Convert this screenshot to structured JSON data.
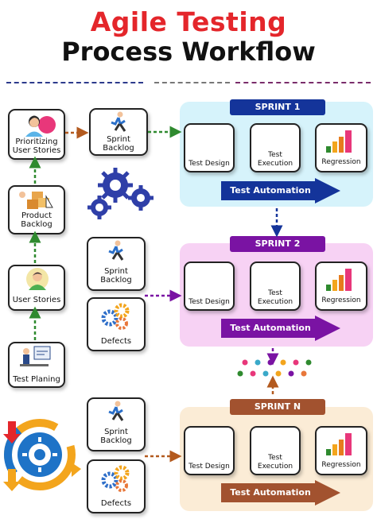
{
  "title": {
    "line1": "Agile Testing",
    "line2": "Process Workflow"
  },
  "colors": {
    "title_red": "#e4262b",
    "sprint1_panel": "#d6f3fb",
    "sprint1_tab": "#14349a",
    "sprint2_panel": "#f7d2f4",
    "sprint2_tab": "#7a13a3",
    "sprintN_panel": "#fbecd6",
    "sprintN_tab": "#a2522f",
    "arrow_green": "#2f8a2f",
    "arrow_orange": "#b35a1f"
  },
  "left_column": {
    "prioritizing": "Prioritizing User Stories",
    "product_backlog": "Product Backlog",
    "user_stories": "User Stories",
    "test_planing": "Test Planing"
  },
  "sprint1": {
    "label": "SPRINT 1",
    "backlog": "Sprint Backlog",
    "test_design": "Test Design",
    "test_execution": "Test Execution",
    "regression": "Regression",
    "automation": "Test Automation"
  },
  "sprint2": {
    "label": "SPRINT 2",
    "backlog": "Sprint Backlog",
    "defects": "Defects",
    "test_design": "Test Design",
    "test_execution": "Test Execution",
    "regression": "Regression",
    "automation": "Test Automation"
  },
  "sprintN": {
    "label": "SPRINT N",
    "backlog": "Sprint Backlog",
    "defects": "Defects",
    "test_design": "Test Design",
    "test_execution": "Test Execution",
    "regression": "Regression",
    "automation": "Test Automation"
  },
  "icons": {
    "person_runner": "runner-icon",
    "gears": "gears-icon",
    "cycle": "cycle-gear-icon",
    "regression_bars": "bar-chart-icon"
  }
}
